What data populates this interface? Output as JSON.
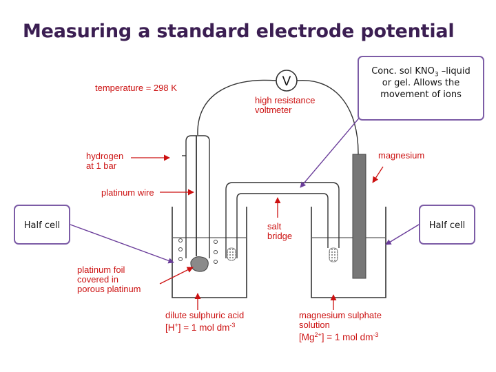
{
  "title": "Measuring a standard electrode potential",
  "labels": {
    "voltmeter_symbol": "V",
    "temperature": "temperature = 298 K",
    "voltmeter_line1": "high resistance",
    "voltmeter_line2": "voltmeter",
    "hydrogen_line1": "hydrogen",
    "hydrogen_line2": "at 1 bar",
    "platinum_wire": "platinum wire",
    "magnesium": "magnesium",
    "salt_bridge_line1": "salt",
    "salt_bridge_line2": "bridge",
    "foil_line1": "platinum foil",
    "foil_line2": "covered in",
    "foil_line3": "porous platinum",
    "acid_line1": "dilute sulphuric acid",
    "acid_conc": "[H+] = 1 mol dm-3",
    "mgso4_line1": "magnesium sulphate",
    "mgso4_line2": "solution",
    "mg_conc": "[Mg2+] = 1 mol dm-3"
  },
  "callouts": {
    "kno3_pre": "Conc. sol KNO",
    "kno3_sub": "3",
    "kno3_post": " –liquid",
    "kno3_line2": "or gel. Allows the",
    "kno3_line3": "movement of ions",
    "half_cell_left": "Half cell",
    "half_cell_right": "Half cell"
  },
  "colors": {
    "title": "#3b1e52",
    "label_red": "#cc1111",
    "callout_border": "#7c5ca6",
    "lines": "#333333",
    "electrode": "#777777"
  }
}
